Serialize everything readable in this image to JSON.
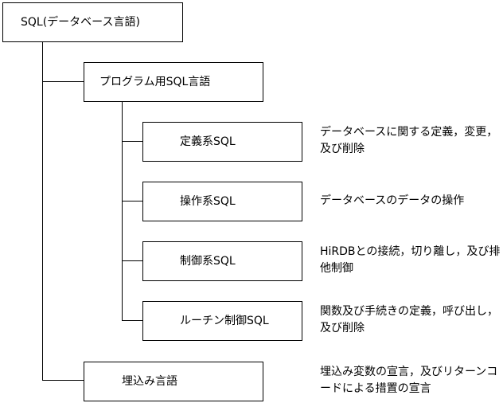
{
  "diagram_title": "SQL(データベース言語)",
  "colors": {
    "background": "#ffffff",
    "line": "#000000",
    "text": "#000000"
  },
  "nodes": {
    "root": {
      "label": "SQL(データベース言語)"
    },
    "program_sql": {
      "label": "プログラム用SQL言語"
    },
    "definition_sql": {
      "label": "定義系SQL",
      "desc_lines": [
        "データベースに関する定義，変更，",
        "及び削除"
      ]
    },
    "manipulation_sql": {
      "label": "操作系SQL",
      "desc_lines": [
        "データベースのデータの操作"
      ]
    },
    "control_sql": {
      "label": "制御系SQL",
      "desc_lines": [
        "HiRDBとの接続，切り離し，及び排",
        "他制御"
      ]
    },
    "routine_control_sql": {
      "label": "ルーチン制御SQL",
      "desc_lines": [
        "関数及び手続きの定義，呼び出し，",
        "及び削除"
      ]
    },
    "embedded_language": {
      "label": "埋込み言語",
      "desc_lines": [
        "埋込み変数の宣言，及びリターンコ",
        "ードによる措置の宣言"
      ]
    }
  }
}
